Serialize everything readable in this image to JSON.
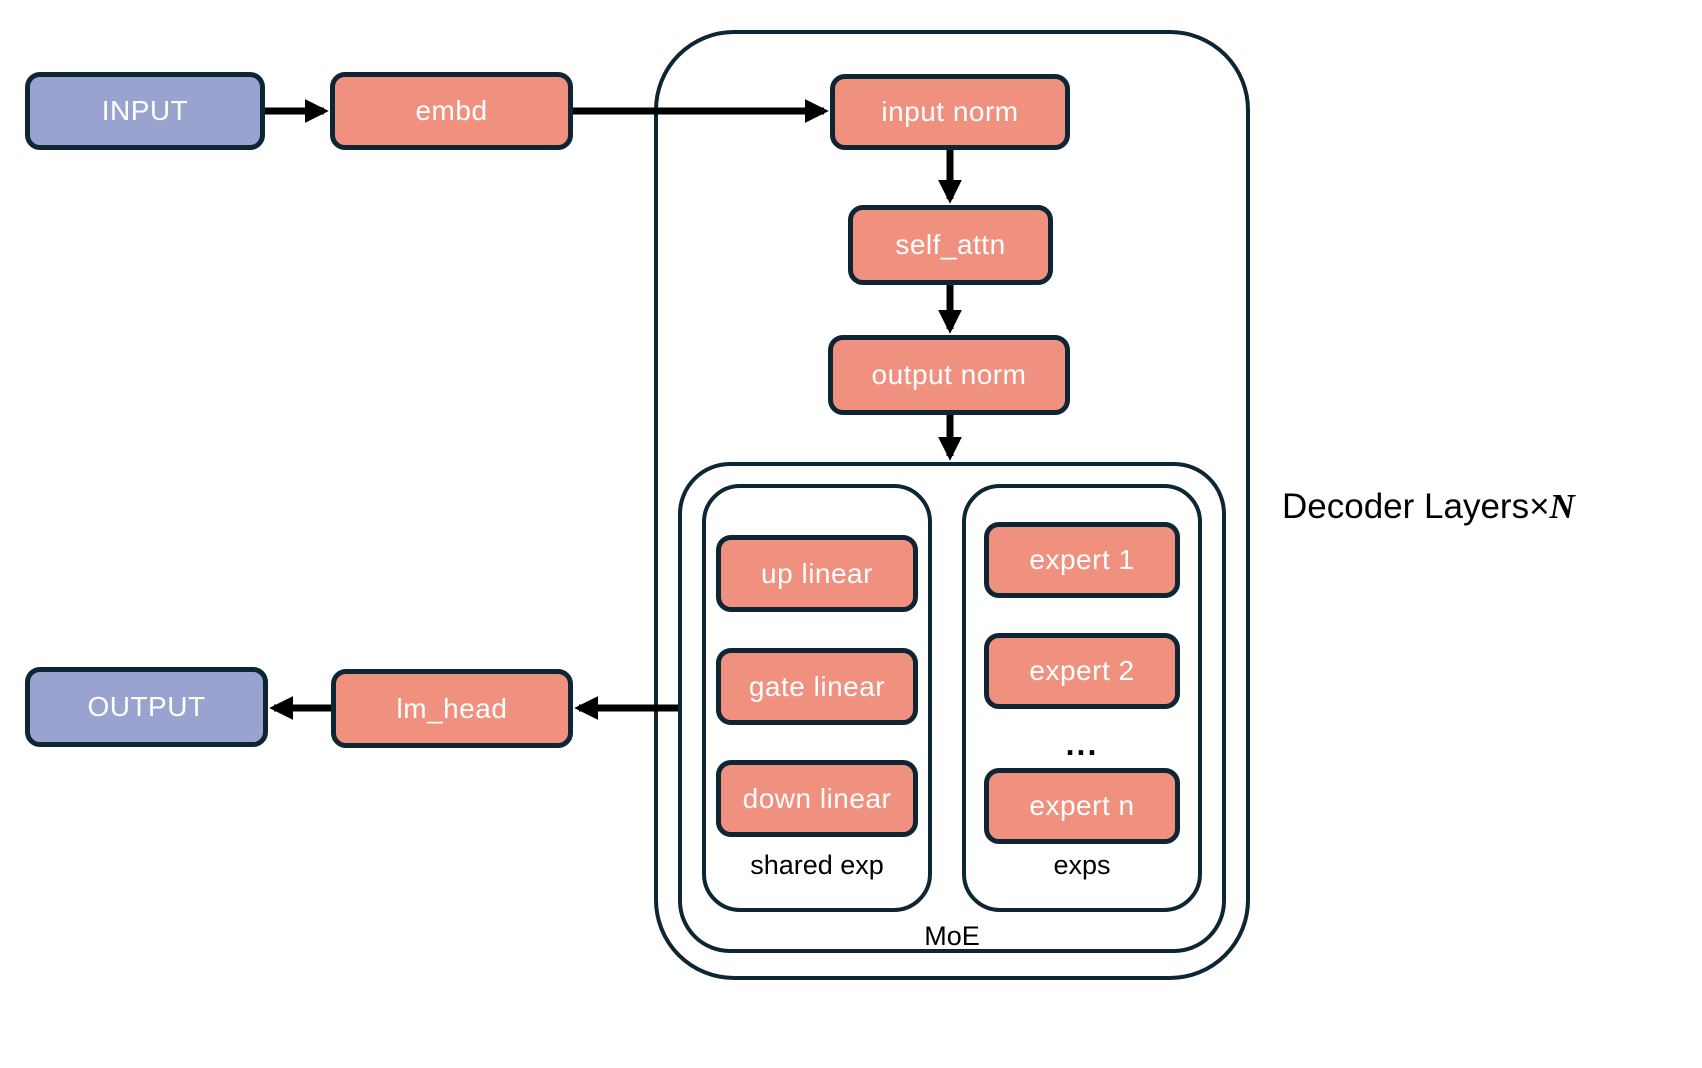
{
  "colors": {
    "background": "#ffffff",
    "purple": "#99a3cf",
    "salmon": "#f0917f",
    "border": "#0e2634",
    "arrow": "#000000",
    "label": "#000000",
    "box_text": "#ffffff"
  },
  "nodes": {
    "input": {
      "label": "INPUT"
    },
    "embd": {
      "label": "embd"
    },
    "input_norm": {
      "label": "input norm"
    },
    "self_attn": {
      "label": "self_attn"
    },
    "output_norm": {
      "label": "output norm"
    },
    "up_linear": {
      "label": "up linear"
    },
    "gate_linear": {
      "label": "gate linear"
    },
    "down_linear": {
      "label": "down linear"
    },
    "expert_1": {
      "label": "expert 1"
    },
    "expert_2": {
      "label": "expert 2"
    },
    "expert_n": {
      "label": "expert n"
    },
    "lm_head": {
      "label": "lm_head"
    },
    "output": {
      "label": "OUTPUT"
    }
  },
  "groups": {
    "shared_exp": {
      "label": "shared exp"
    },
    "exps": {
      "label": "exps",
      "ellipsis": "..."
    },
    "moe": {
      "label": "MoE"
    },
    "decoder": {
      "label_prefix": "Decoder Layers×",
      "label_n": "N"
    }
  }
}
